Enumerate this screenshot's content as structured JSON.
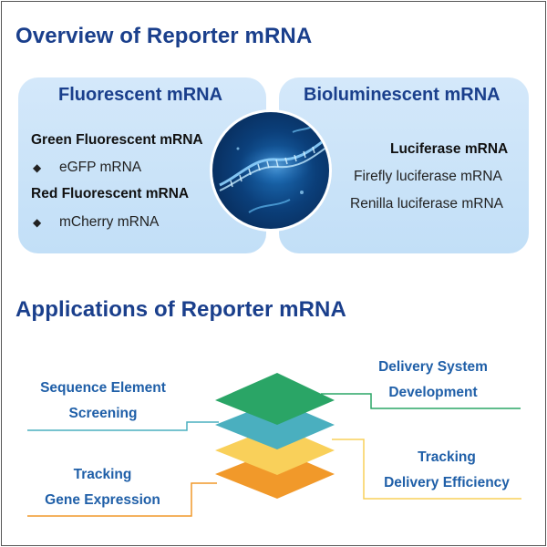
{
  "overview": {
    "title": "Overview of Reporter mRNA",
    "fluorescent": {
      "header": "Fluorescent mRNA",
      "green_heading": "Green Fluorescent mRNA",
      "green_item": "eGFP mRNA",
      "red_heading": "Red Fluorescent mRNA",
      "red_item": "mCherry mRNA"
    },
    "bioluminescent": {
      "header": "Bioluminescent mRNA",
      "luciferase_heading": "Luciferase mRNA",
      "item1": "Firefly luciferase mRNA",
      "item2": "Renilla luciferase mRNA"
    }
  },
  "applications": {
    "title": "Applications of Reporter mRNA",
    "sequence_line1": "Sequence Element",
    "sequence_line2": "Screening",
    "tracking_line1": "Tracking",
    "tracking_line2": "Gene Expression",
    "delivery_line1": "Delivery System",
    "delivery_line2": "Development",
    "efficiency_line1": "Tracking",
    "efficiency_line2": "Delivery Efficiency"
  },
  "colors": {
    "title_blue": "#1a3f8c",
    "label_blue": "#1f5fa8",
    "layer_green": "#2aa566",
    "layer_teal": "#4aafbf",
    "layer_yellow": "#f9d05a",
    "layer_orange": "#f1992a",
    "panel_blue": "#c9e2f8"
  }
}
